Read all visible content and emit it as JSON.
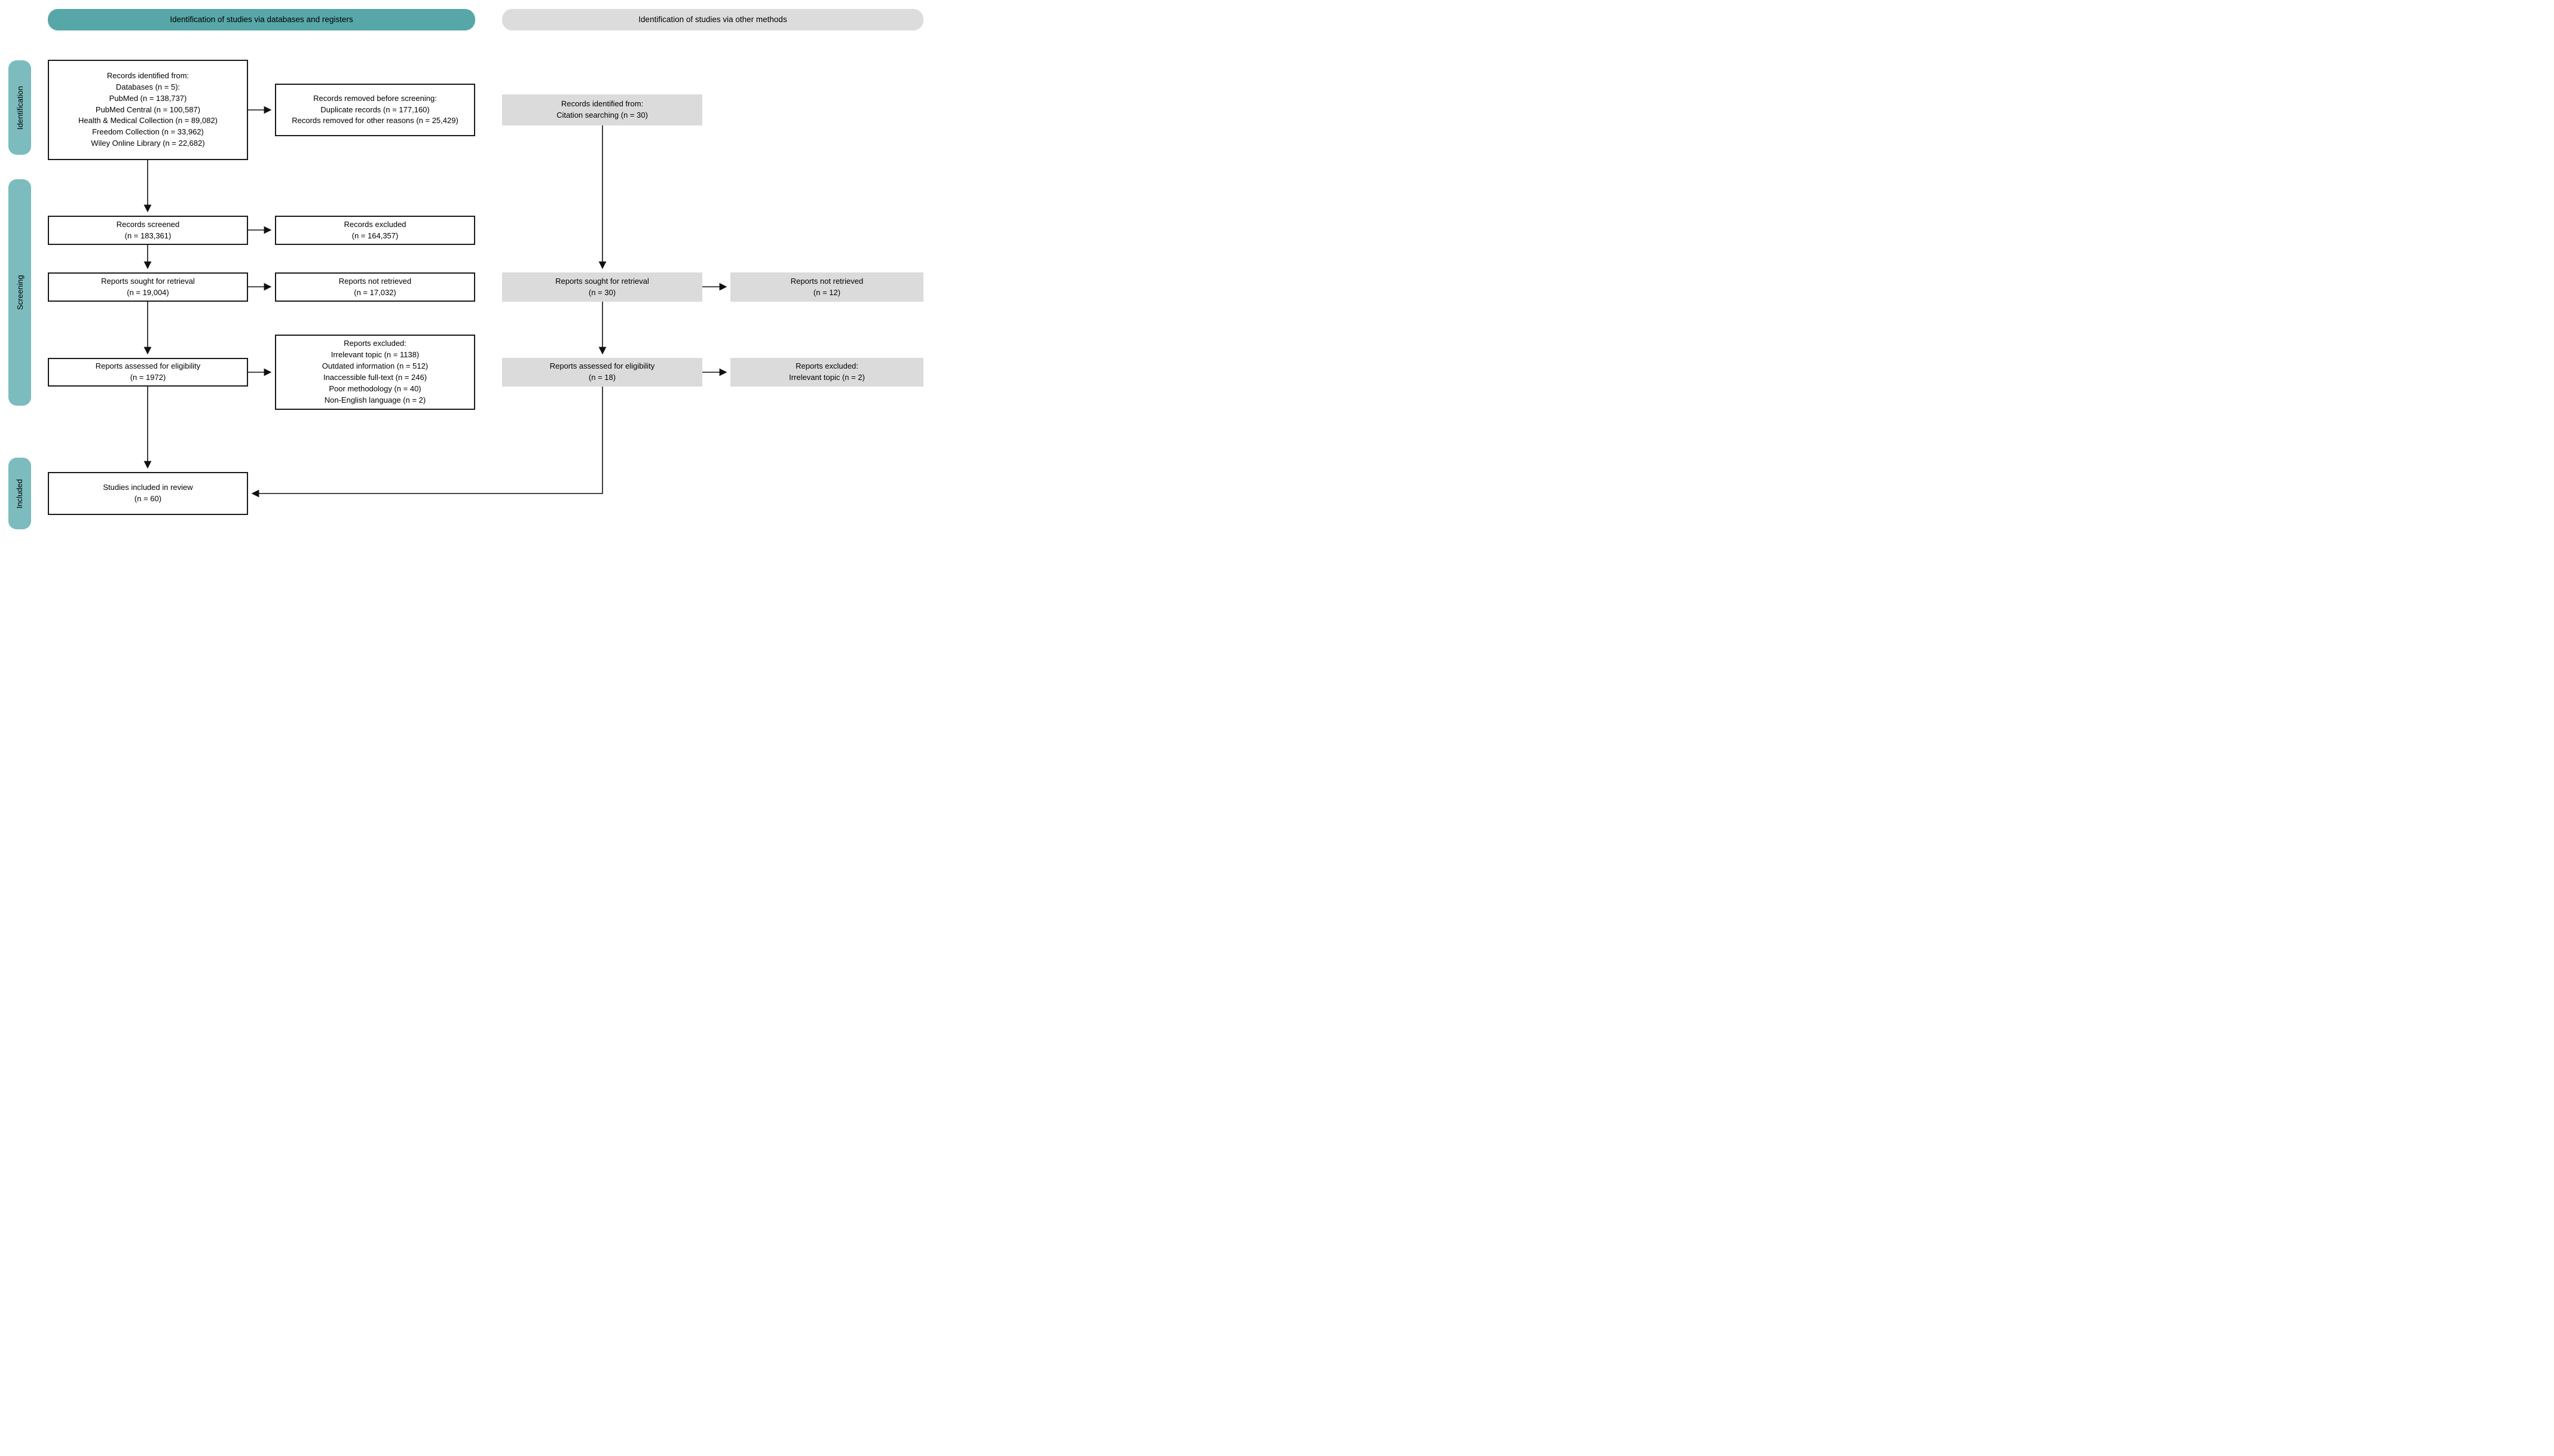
{
  "banners": {
    "databases": "Identification of studies via databases and registers",
    "other_methods": "Identification of studies via other methods"
  },
  "stages": {
    "identification": "Identification",
    "screening": "Screening",
    "included": "Included"
  },
  "colors": {
    "teal_banner": "#57A7A9",
    "teal_stage": "#7CBCBE",
    "gray_banner": "#DCDCDC",
    "gray_box": "#DBDBDB",
    "box_border": "#1A1A1A",
    "arrow": "#111111"
  },
  "boxes": {
    "db_identified": {
      "lines": [
        "Records identified from:",
        "Databases (n = 5):",
        "PubMed (n = 138,737)",
        "PubMed Central (n = 100,587)",
        "Health & Medical Collection (n = 89,082)",
        "Freedom Collection (n = 33,962)",
        "Wiley Online Library (n = 22,682)"
      ]
    },
    "records_removed": {
      "lines": [
        "Records removed before screening:",
        "Duplicate records (n = 177,160)",
        "Records removed for other reasons (n = 25,429)"
      ]
    },
    "citation_identified": {
      "lines": [
        "Records identified from:",
        "Citation searching (n = 30)"
      ]
    },
    "records_screened": {
      "lines": [
        "Records screened",
        "(n = 183,361)"
      ]
    },
    "records_excluded": {
      "lines": [
        "Records excluded",
        "(n = 164,357)"
      ]
    },
    "reports_sought_db": {
      "lines": [
        "Reports sought for retrieval",
        "(n = 19,004)"
      ]
    },
    "reports_not_retrieved_db": {
      "lines": [
        "Reports not retrieved",
        "(n = 17,032)"
      ]
    },
    "reports_sought_other": {
      "lines": [
        "Reports sought for retrieval",
        "(n = 30)"
      ]
    },
    "reports_not_retrieved_other": {
      "lines": [
        "Reports not retrieved",
        "(n = 12)"
      ]
    },
    "reports_excluded_db": {
      "lines": [
        "Reports excluded:",
        "Irrelevant topic (n = 1138)",
        "Outdated information (n = 512)",
        "Inaccessible full-text (n = 246)",
        "Poor methodology (n = 40)",
        "Non-English language (n = 2)"
      ]
    },
    "reports_assessed_db": {
      "lines": [
        "Reports assessed for eligibility",
        "(n = 1972)"
      ]
    },
    "reports_assessed_other": {
      "lines": [
        "Reports assessed for eligibility",
        "(n = 18)"
      ]
    },
    "reports_excluded_other": {
      "lines": [
        "Reports excluded:",
        "Irrelevant topic (n = 2)"
      ]
    },
    "studies_included": {
      "lines": [
        "Studies included in review",
        "(n = 60)"
      ]
    }
  }
}
